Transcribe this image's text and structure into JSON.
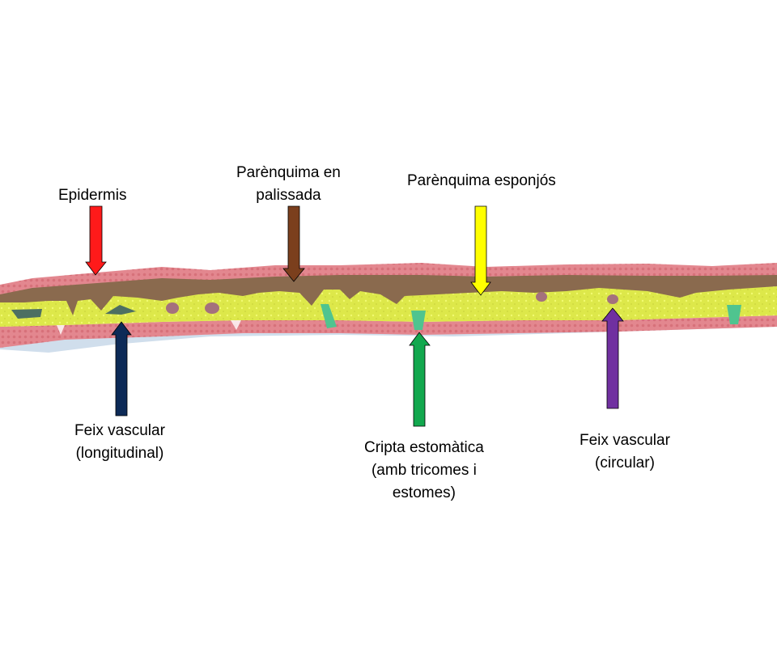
{
  "labels": {
    "epidermis": {
      "lines": [
        "Epidermis"
      ],
      "arrow_color": "#ff1a1a"
    },
    "palisade": {
      "lines": [
        "Parènquima en",
        "palissada"
      ],
      "arrow_color": "#7b3f1d"
    },
    "spongy": {
      "lines": [
        "Parènquima esponjós"
      ],
      "arrow_color": "#ffff00"
    },
    "vascular_longitudinal": {
      "lines": [
        "Feix vascular",
        "(longitudinal)"
      ],
      "arrow_color": "#0d2a57"
    },
    "stomatal_crypt": {
      "lines": [
        "Cripta estomàtica",
        "(amb tricomes i",
        "estomes)"
      ],
      "arrow_color": "#12a84e"
    },
    "vascular_circular": {
      "lines": [
        "Feix vascular",
        "(circular)"
      ],
      "arrow_color": "#7030a0"
    }
  },
  "tissue_colors": {
    "epidermis": "#e3878f",
    "palisade": "#8a6a4e",
    "spongy": "#dde84a",
    "vascular_longitudinal": "#4d6f62",
    "vascular_circular": "#a4717d",
    "stomatal_crypt": "#4fc48f"
  }
}
